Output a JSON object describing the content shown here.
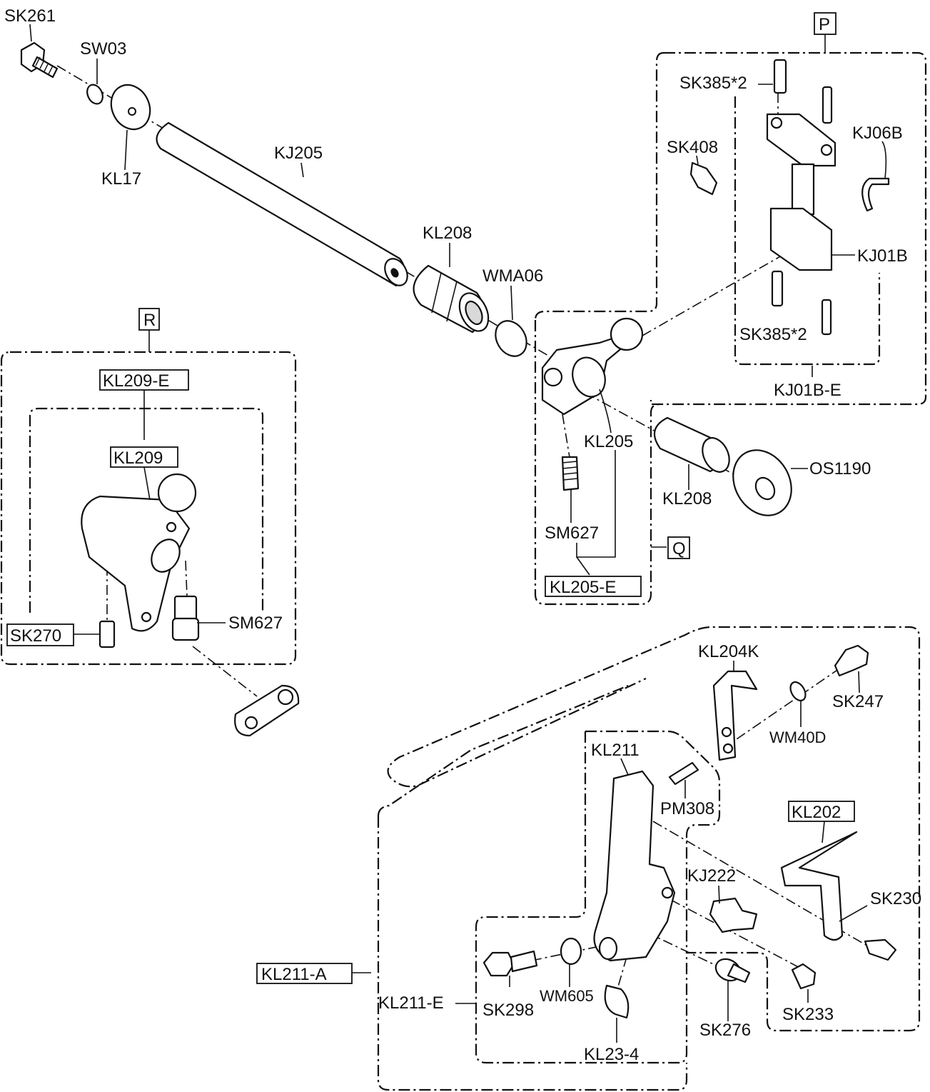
{
  "labels": {
    "sk261": "SK261",
    "sw03": "SW03",
    "kl17": "KL17",
    "kj205": "KJ205",
    "kl208_top": "KL208",
    "wma06": "WMA06",
    "group_p": "P",
    "sk385_top": "SK385*2",
    "sk408": "SK408",
    "kj06b": "KJ06B",
    "kj01b": "KJ01B",
    "sk385_bottom": "SK385*2",
    "kj01b_e": "KJ01B-E",
    "group_r": "R",
    "kl209_e": "KL209-E",
    "kl209": "KL209",
    "sm627_left": "SM627",
    "sk270": "SK270",
    "kl205": "KL205",
    "kl208_mid": "KL208",
    "os1190": "OS1190",
    "sm627_mid": "SM627",
    "group_q": "Q",
    "kl205_e": "KL205-E",
    "kl204k": "KL204K",
    "sk247": "SK247",
    "wm40d": "WM40D",
    "kl211": "KL211",
    "pm308": "PM308",
    "kl202": "KL202",
    "kj222": "KJ222",
    "sk230": "SK230",
    "kl211_a": "KL211-A",
    "kl211_e": "KL211-E",
    "sk298": "SK298",
    "wm605": "WM605",
    "sk276": "SK276",
    "sk233": "SK233",
    "kl23_4": "KL23-4"
  }
}
